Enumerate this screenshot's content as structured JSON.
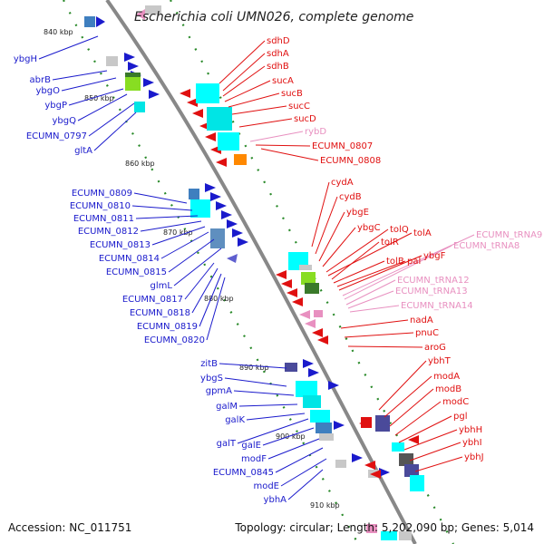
{
  "title": "Escherichia coli UMN026, complete genome",
  "footer": {
    "accession": "Accession: NC_011751",
    "summary": "Topology: circular; Length: 5,202,090 bp; Genes: 5,014"
  },
  "colors": {
    "left_genes": "#1a1acc",
    "right_genes": "#e01010",
    "trna_genes": "#e890c0",
    "backbone": "#888888",
    "cds": "#00ffff",
    "dots": "#2a8a2a"
  },
  "ticks": [
    "840 kbp",
    "850 kbp",
    "860 kbp",
    "870 kbp",
    "880 kbp",
    "890 kbp",
    "900 kbp",
    "910 kbp"
  ],
  "left_labels": [
    "ybgH",
    "abrB",
    "ybgO",
    "ybgP",
    "ybgQ",
    "ECUMN_0797",
    "gltA",
    "ECUMN_0809",
    "ECUMN_0810",
    "ECUMN_0811",
    "ECUMN_0812",
    "ECUMN_0813",
    "ECUMN_0814",
    "ECUMN_0815",
    "glmL",
    "ECUMN_0817",
    "ECUMN_0818",
    "ECUMN_0819",
    "ECUMN_0820",
    "zitB",
    "ybgS",
    "gpmA",
    "galM",
    "galK",
    "galT",
    "galE",
    "modF",
    "ECUMN_0845",
    "modE",
    "ybhA"
  ],
  "right_labels": [
    "sdhD",
    "sdhA",
    "sdhB",
    "sucA",
    "sucB",
    "sucC",
    "sucD",
    "rybD",
    "ECUMN_0807",
    "ECUMN_0808",
    "cydA",
    "cydB",
    "ybgE",
    "ybgC",
    "tolQ",
    "tolA",
    "tolR",
    "tolB",
    "pal",
    "ybgF",
    "ECUMN_tRNA9",
    "ECUMN_tRNA8",
    "ECUMN_tRNA12",
    "ECUMN_tRNA13",
    "ECUMN_tRNA14",
    "nadA",
    "pnuC",
    "aroG",
    "ybhT",
    "modA",
    "modB",
    "modC",
    "pgl",
    "ybhH",
    "ybhI",
    "ybhJ"
  ]
}
